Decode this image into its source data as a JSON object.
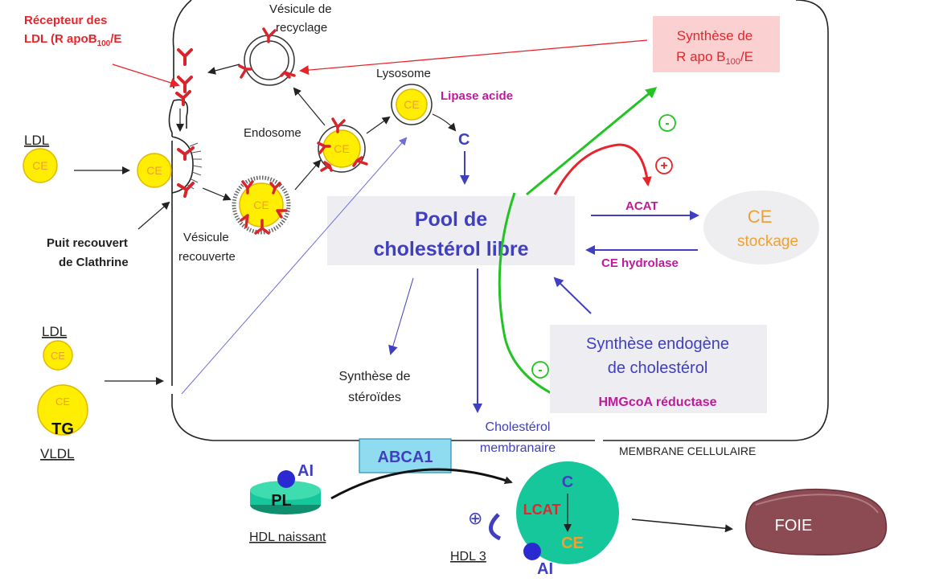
{
  "labels": {
    "ldl_receptor_line1": "Récepteur des",
    "ldl_receptor_line2_pre": "LDL (R apoB",
    "ldl_receptor_sub": "100",
    "ldl_receptor_line2_post": "/E",
    "ldl_top": "LDL",
    "ldl_bottom": "LDL",
    "vldl": "VLDL",
    "tg": "TG",
    "ce": "CE",
    "coated_pit_line1": "Puit recouvert",
    "coated_pit_line2": "de Clathrine",
    "coated_vesicle_line1": "Vésicule",
    "coated_vesicle_line2": "recouverte",
    "endosome": "Endosome",
    "recycling_vesicle_line1": "Vésicule de",
    "recycling_vesicle_line2": "recyclage",
    "lysosome": "Lysosome",
    "acid_lipase": "Lipase acide",
    "c": "C",
    "pool_line1": "Pool de",
    "pool_line2": "cholestérol libre",
    "synthesis_rapo_line1": "Synthèse de",
    "synthesis_rapo_line2_pre": "R apo B",
    "synthesis_rapo_sub": "100",
    "synthesis_rapo_line2_post": "/E",
    "minus": "-",
    "plus": "+",
    "acat": "ACAT",
    "ce_hydrolase": "CE hydrolase",
    "ce_storage_line1": "CE",
    "ce_storage_line2": "stockage",
    "endogenous_line1": "Synthèse endogène",
    "endogenous_line2": "de cholestérol",
    "hmgcoa": "HMGcoA réductase",
    "steroids_line1": "Synthèse de",
    "steroids_line2": "stéroïdes",
    "membrane_chol_line1": "Cholestérol",
    "membrane_chol_line2": "membranaire",
    "cell_membrane": "MEMBRANE CELLULAIRE",
    "abca1": "ABCA1",
    "ai": "AI",
    "pl": "PL",
    "nascent_hdl": "HDL naissant",
    "hdl3": "HDL 3",
    "lcat": "LCAT",
    "circled_plus": "⊕",
    "liver": "FOIE"
  },
  "colors": {
    "red": "#e8242b",
    "blue": "#3f3fbf",
    "magenta": "#c0199a",
    "green": "#22c322",
    "orange": "#f0a030",
    "yellow": "#ffee00",
    "teal": "#17c79c",
    "liver": "#8c4a52",
    "pink_box": "#fbd0d0",
    "grey_box": "#eeeef2",
    "abca1_box": "#8fdcf0"
  }
}
